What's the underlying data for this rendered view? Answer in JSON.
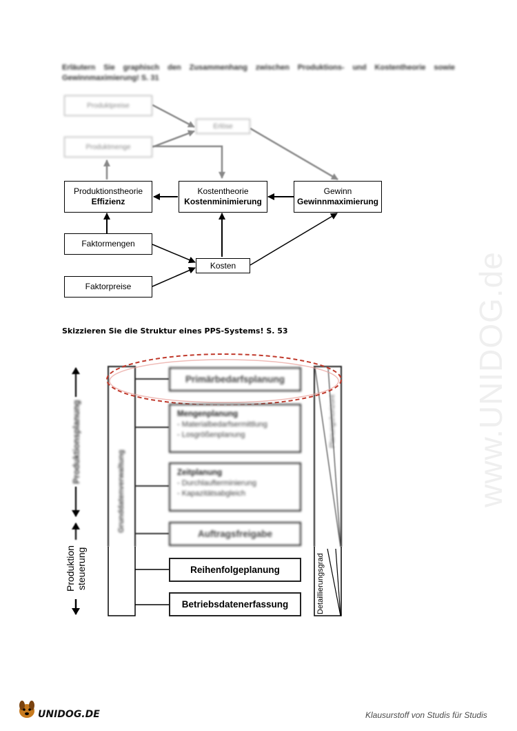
{
  "question1": {
    "text": "Erläutern Sie graphisch den Zusammenhang zwischen Produktions- und Kostentheorie sowie Gewinnmaximierung! S. 31"
  },
  "diagram1": {
    "produktpreise": "Produktpreise",
    "erloese": "Erlöse",
    "produktmenge": "Produktmenge",
    "produktionstheorie": {
      "line1": "Produktionstheorie",
      "line2": "Effizienz"
    },
    "kostentheorie": {
      "line1": "Kostentheorie",
      "line2": "Kostenminimierung"
    },
    "gewinn": {
      "line1": "Gewinn",
      "line2": "Gewinnmaximierung"
    },
    "faktormengen": "Faktormengen",
    "kosten": "Kosten",
    "faktorpreise": "Faktorpreise"
  },
  "question2": {
    "text": "Skizzieren Sie die Struktur eines PPS-Systems! S. 53"
  },
  "diagram2": {
    "left_axis_top": "Produktionsplanung",
    "left_axis_bottom_line1": "Produktion",
    "left_axis_bottom_line2": "steuerung",
    "grunddaten": "Grunddatenverwaltung",
    "primaerbedarf": "Primärbedarfsplanung",
    "mengenplanung": {
      "title": "Mengenplanung",
      "items": [
        "- Materialbedarfsermittlung",
        "- Losgrößenplanung"
      ]
    },
    "zeitplanung": {
      "title": "Zeitplanung",
      "items": [
        "- Durchlaufterminierung",
        "- Kapazitätsabgleich"
      ]
    },
    "auftragsfreigabe": "Auftragsfreigabe",
    "reihenfolge": "Reihenfolgeplanung",
    "betriebsdaten": "Betriebsdatenerfassung",
    "planungshorizont": "Planungshorizont",
    "detaillierungsgrad": "Detaillierungsgrad"
  },
  "watermark": {
    "text": "www.UNIDOG.de"
  },
  "footer": {
    "logo_text": "UNIDOG.DE",
    "tagline": "Klausurstoff von Studis für Studis"
  }
}
